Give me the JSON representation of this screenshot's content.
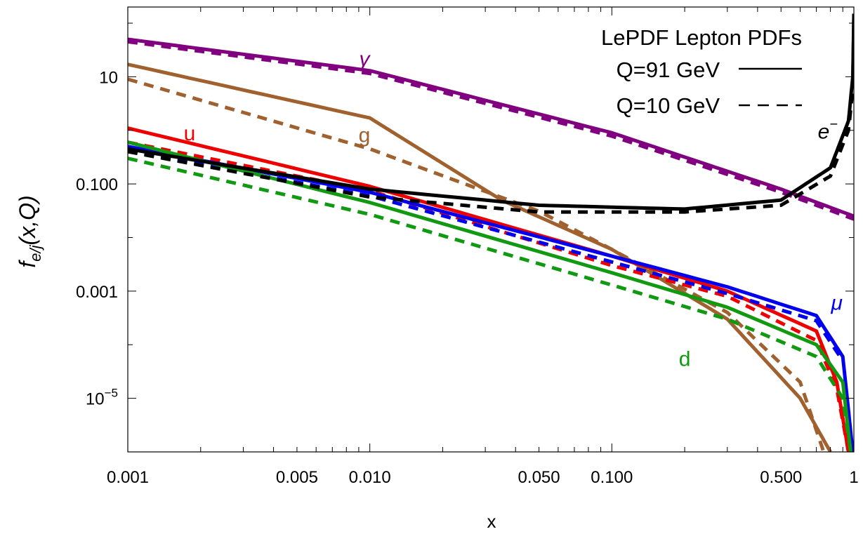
{
  "chart_data": {
    "type": "line",
    "title": "LePDF Lepton PDFs",
    "xlabel": "x",
    "ylabel": "f_e/j(x,Q)",
    "ylabel_parts": {
      "f": "f",
      "sub": "e/j",
      "args": "(x,Q)"
    },
    "x_scale": "log",
    "y_scale": "log",
    "xlim": [
      0.001,
      1
    ],
    "ylim": [
      1e-06,
      200
    ],
    "x_tick_labels": [
      {
        "value": 0.001,
        "label": "0.001"
      },
      {
        "value": 0.005,
        "label": "0.005"
      },
      {
        "value": 0.01,
        "label": "0.010"
      },
      {
        "value": 0.05,
        "label": "0.050"
      },
      {
        "value": 0.1,
        "label": "0.100"
      },
      {
        "value": 0.5,
        "label": "0.500"
      },
      {
        "value": 1,
        "label": "1"
      }
    ],
    "y_tick_labels": [
      {
        "value": 10,
        "label": "10"
      },
      {
        "value": 0.1,
        "label": "0.100"
      },
      {
        "value": 0.001,
        "label": "0.001"
      },
      {
        "value": 1e-05,
        "label": "10",
        "sup": "−5"
      }
    ],
    "grid": false,
    "legend": {
      "position": "top-right",
      "entries": [
        {
          "label": "Q=91 GeV",
          "style": "solid"
        },
        {
          "label": "Q=10 GeV",
          "style": "dashed"
        }
      ]
    },
    "series": [
      {
        "name": "γ",
        "color": "#800080",
        "style": "solid",
        "x": [
          0.001,
          0.01,
          0.1,
          0.5,
          1
        ],
        "y": [
          50,
          13,
          0.9,
          0.08,
          0.025
        ]
      },
      {
        "name": "γ",
        "color": "#800080",
        "style": "dashed",
        "x": [
          0.001,
          0.01,
          0.1,
          0.5,
          1
        ],
        "y": [
          45,
          11.5,
          0.78,
          0.07,
          0.022
        ]
      },
      {
        "name": "g",
        "color": "#a0612f",
        "style": "solid",
        "x": [
          0.001,
          0.01,
          0.035,
          0.1,
          0.3,
          0.6,
          0.8
        ],
        "y": [
          17,
          1.7,
          0.05,
          0.006,
          0.0003,
          1e-05,
          1e-06
        ]
      },
      {
        "name": "g",
        "color": "#a0612f",
        "style": "dashed",
        "x": [
          0.001,
          0.01,
          0.05,
          0.1,
          0.3,
          0.6,
          0.75
        ],
        "y": [
          9,
          0.45,
          0.031,
          0.006,
          0.0004,
          2e-05,
          1e-06
        ]
      },
      {
        "name": "u",
        "color": "#ee0000",
        "style": "solid",
        "x": [
          0.001,
          0.01,
          0.1,
          0.3,
          0.7,
          0.85,
          0.95
        ],
        "y": [
          1.1,
          0.09,
          0.0045,
          0.001,
          0.00018,
          2e-05,
          1e-06
        ]
      },
      {
        "name": "u",
        "color": "#ee0000",
        "style": "dashed",
        "x": [
          0.001,
          0.01,
          0.1,
          0.3,
          0.7,
          0.85,
          0.95
        ],
        "y": [
          0.6,
          0.075,
          0.003,
          0.0008,
          0.00012,
          1.5e-05,
          1e-06
        ]
      },
      {
        "name": "μ",
        "color": "#0000ee",
        "style": "solid",
        "x": [
          0.001,
          0.01,
          0.1,
          0.3,
          0.7,
          0.9,
          0.99
        ],
        "y": [
          0.5,
          0.07,
          0.0045,
          0.0012,
          0.00035,
          6e-05,
          1e-06
        ]
      },
      {
        "name": "μ",
        "color": "#0000ee",
        "style": "dashed",
        "x": [
          0.001,
          0.01,
          0.1,
          0.3,
          0.7,
          0.9
        ],
        "y": [
          0.42,
          0.06,
          0.0035,
          0.0009,
          0.00028,
          5e-05
        ]
      },
      {
        "name": "d",
        "color": "#119911",
        "style": "solid",
        "x": [
          0.001,
          0.01,
          0.1,
          0.3,
          0.7,
          0.9,
          0.97
        ],
        "y": [
          0.6,
          0.045,
          0.0022,
          0.0005,
          0.0001,
          2e-05,
          1e-06
        ]
      },
      {
        "name": "d",
        "color": "#119911",
        "style": "dashed",
        "x": [
          0.001,
          0.01,
          0.1,
          0.3,
          0.7,
          0.9,
          0.97
        ],
        "y": [
          0.3,
          0.027,
          0.0013,
          0.0003,
          6e-05,
          1e-05,
          1e-06
        ]
      },
      {
        "name": "e⁻",
        "color": "#000000",
        "style": "solid",
        "x": [
          0.001,
          0.01,
          0.05,
          0.2,
          0.5,
          0.8,
          0.95,
          0.99,
          1
        ],
        "y": [
          0.45,
          0.08,
          0.04,
          0.034,
          0.05,
          0.2,
          1.5,
          10,
          150
        ]
      },
      {
        "name": "e⁻",
        "color": "#000000",
        "style": "dashed",
        "x": [
          0.001,
          0.01,
          0.05,
          0.2,
          0.5,
          0.8,
          0.95,
          0.99
        ],
        "y": [
          0.4,
          0.057,
          0.03,
          0.03,
          0.04,
          0.14,
          1,
          6
        ]
      }
    ],
    "curve_labels": [
      {
        "text": "γ",
        "color": "#800080",
        "x": 0.0095,
        "y": 16,
        "italic": true
      },
      {
        "text": "g",
        "color": "#a0612f",
        "x": 0.0095,
        "y": 0.6,
        "italic": false
      },
      {
        "text": "u",
        "color": "#ee0000",
        "x": 0.0018,
        "y": 0.65,
        "italic": false
      },
      {
        "text": "e",
        "sup": "−",
        "color": "#000000",
        "x": 0.78,
        "y": 0.7,
        "italic": true
      },
      {
        "text": "μ",
        "color": "#0000ee",
        "x": 0.85,
        "y": 0.00045,
        "italic": true
      },
      {
        "text": "d",
        "color": "#119911",
        "x": 0.2,
        "y": 4e-05,
        "italic": false
      }
    ]
  }
}
